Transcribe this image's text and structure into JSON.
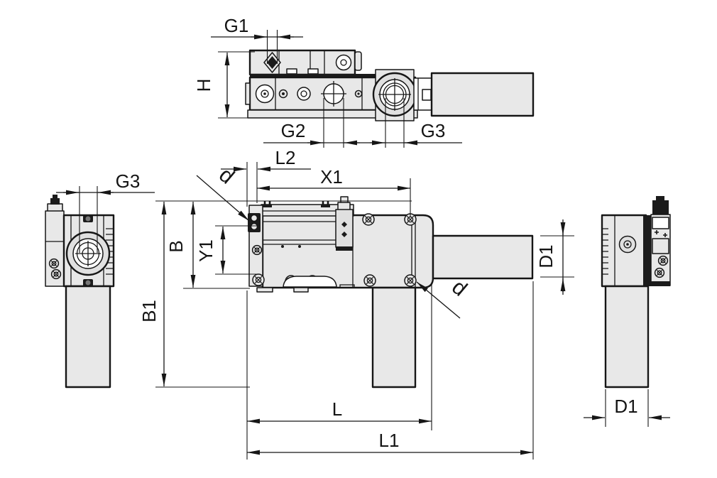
{
  "drawing_type": "technical-dimension-drawing",
  "colors": {
    "background": "#ffffff",
    "line": "#161616",
    "part_fill": "#e8e8e8"
  },
  "views": {
    "top": {
      "labels": {
        "g1": "G1",
        "h": "H",
        "g2": "G2",
        "g3": "G3"
      }
    },
    "front": {
      "labels": {
        "l2": "L2",
        "x1": "X1",
        "d_upper": "d",
        "b": "B",
        "y1": "Y1",
        "b1": "B1",
        "d_lower": "d",
        "l": "L",
        "l1": "L1"
      }
    },
    "left": {
      "labels": {
        "g3": "G3"
      }
    },
    "right": {
      "labels": {
        "d1_side": "D1",
        "d1_bottom": "D1"
      }
    }
  }
}
